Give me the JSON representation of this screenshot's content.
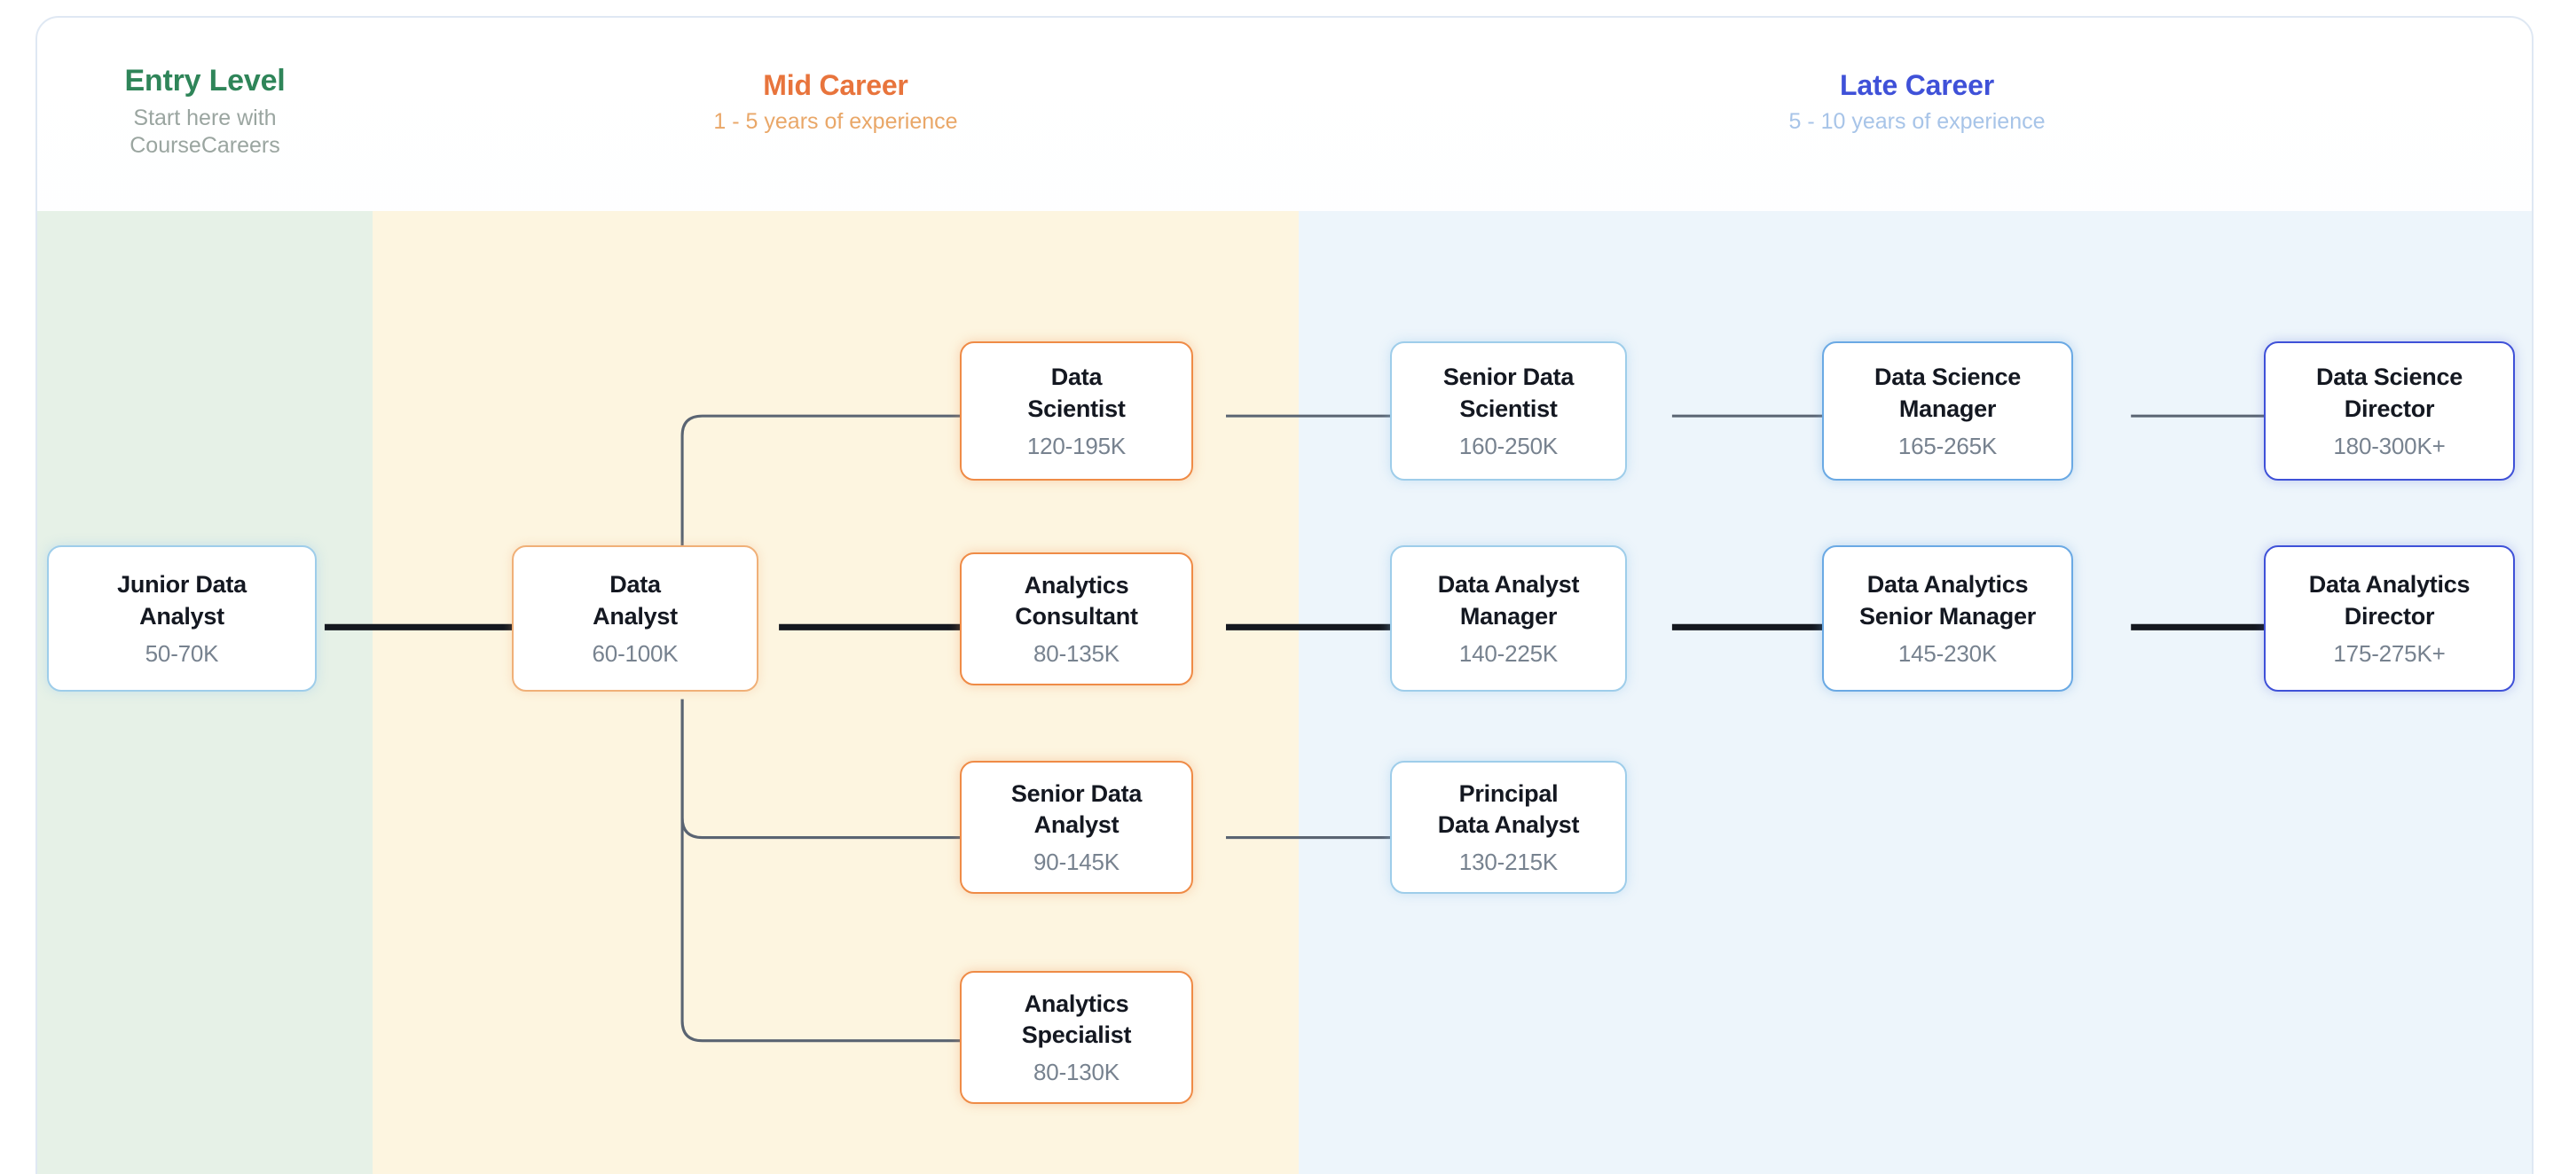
{
  "stages": [
    {
      "id": "entry",
      "title": "Entry Level",
      "subtitle": "Start here with\nCourseCareers",
      "color": "#2f8559"
    },
    {
      "id": "mid",
      "title": "Mid Career",
      "subtitle": "1 - 5 years of experience",
      "color": "#e8743c"
    },
    {
      "id": "late",
      "title": "Late Career",
      "subtitle": "5 - 10 years of experience",
      "color": "#3f51d8"
    }
  ],
  "nodes": [
    {
      "id": "junior-data-analyst",
      "title": "Junior Data\nAnalyst",
      "salary": "50-70K",
      "stage": "entry",
      "variant": "v-lightblue"
    },
    {
      "id": "data-analyst",
      "title": "Data\nAnalyst",
      "salary": "60-100K",
      "stage": "mid",
      "variant": "v-orangesoft"
    },
    {
      "id": "data-scientist",
      "title": "Data\nScientist",
      "salary": "120-195K",
      "stage": "mid",
      "variant": "v-orange"
    },
    {
      "id": "analytics-consultant",
      "title": "Analytics\nConsultant",
      "salary": "80-135K",
      "stage": "mid",
      "variant": "v-orange"
    },
    {
      "id": "senior-data-analyst",
      "title": "Senior Data\nAnalyst",
      "salary": "90-145K",
      "stage": "mid",
      "variant": "v-orange"
    },
    {
      "id": "analytics-specialist",
      "title": "Analytics\nSpecialist",
      "salary": "80-130K",
      "stage": "mid",
      "variant": "v-orange"
    },
    {
      "id": "senior-data-scientist",
      "title": "Senior Data\nScientist",
      "salary": "160-250K",
      "stage": "late",
      "variant": "v-lightblue"
    },
    {
      "id": "data-science-manager",
      "title": "Data Science\nManager",
      "salary": "165-265K",
      "stage": "late",
      "variant": "v-blue"
    },
    {
      "id": "data-science-director",
      "title": "Data Science\nDirector",
      "salary": "180-300K+",
      "stage": "late",
      "variant": "v-deepblue"
    },
    {
      "id": "data-analyst-manager",
      "title": "Data Analyst\nManager",
      "salary": "140-225K",
      "stage": "late",
      "variant": "v-lightblue"
    },
    {
      "id": "data-analytics-senior-manager",
      "title": "Data Analytics\nSenior Manager",
      "salary": "145-230K",
      "stage": "late",
      "variant": "v-blue"
    },
    {
      "id": "data-analytics-director",
      "title": "Data Analytics\nDirector",
      "salary": "175-275K+",
      "stage": "late",
      "variant": "v-deepblue"
    },
    {
      "id": "principal-data-analyst",
      "title": "Principal\nData Analyst",
      "salary": "130-215K",
      "stage": "late",
      "variant": "v-lightblue"
    }
  ],
  "colors": {
    "band_entry": "#e6f1e7",
    "band_mid": "#fdf5e0",
    "band_late": "#edf5fb",
    "edge_primary": "#14181f",
    "edge_secondary": "#5a6472"
  }
}
